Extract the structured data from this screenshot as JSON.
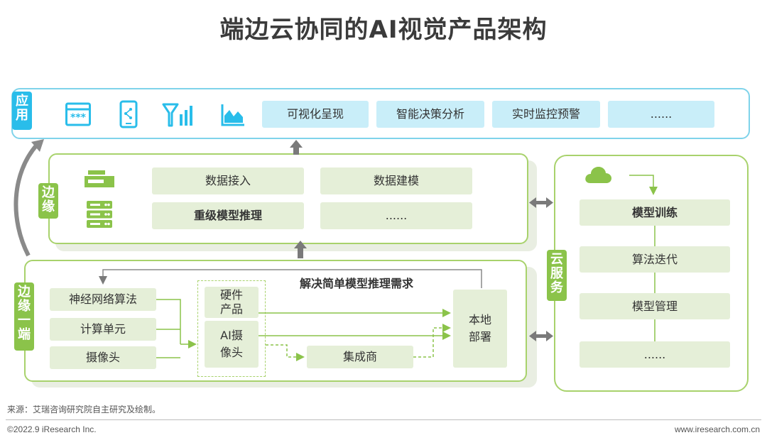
{
  "title": "端边云协同的AI视觉产品架构",
  "app_layer": {
    "tag": [
      "应",
      "用"
    ],
    "icons": [
      "browser-window-icon",
      "mobile-share-icon",
      "signal-tower-icon",
      "area-chart-icon"
    ],
    "items": [
      "可视化呈现",
      "智能决策分析",
      "实时监控预警",
      "......"
    ]
  },
  "edge_layer": {
    "tag": [
      "边",
      "缘"
    ],
    "icons": [
      "edge-device-icon",
      "server-rack-icon"
    ],
    "items": [
      "数据接入",
      "数据建模",
      "重级模型推理",
      "......"
    ]
  },
  "edge_end_layer": {
    "tag": [
      "边",
      "缘",
      "一",
      "端"
    ],
    "header": "解决简单模型推理需求",
    "left_items": [
      "神经网络算法",
      "计算单元",
      "摄像头"
    ],
    "hardware": "硬件\n产品",
    "ai_camera": "AI摄\n像头",
    "integrator": "集成商",
    "local_deploy": "本地\n部署"
  },
  "cloud_layer": {
    "tag": [
      "云",
      "服",
      "务"
    ],
    "icon": "cloud-icon",
    "items": [
      "模型训练",
      "算法迭代",
      "模型管理",
      "......"
    ]
  },
  "source": "来源：艾瑞咨询研究院自主研究及绘制。",
  "copyright": "©2022.9 iResearch Inc.",
  "website": "www.iresearch.com.cn",
  "colors": {
    "blue_accent": "#29bdea",
    "green_accent": "#8bc34a",
    "arrow_gray": "#7a7a7a"
  }
}
